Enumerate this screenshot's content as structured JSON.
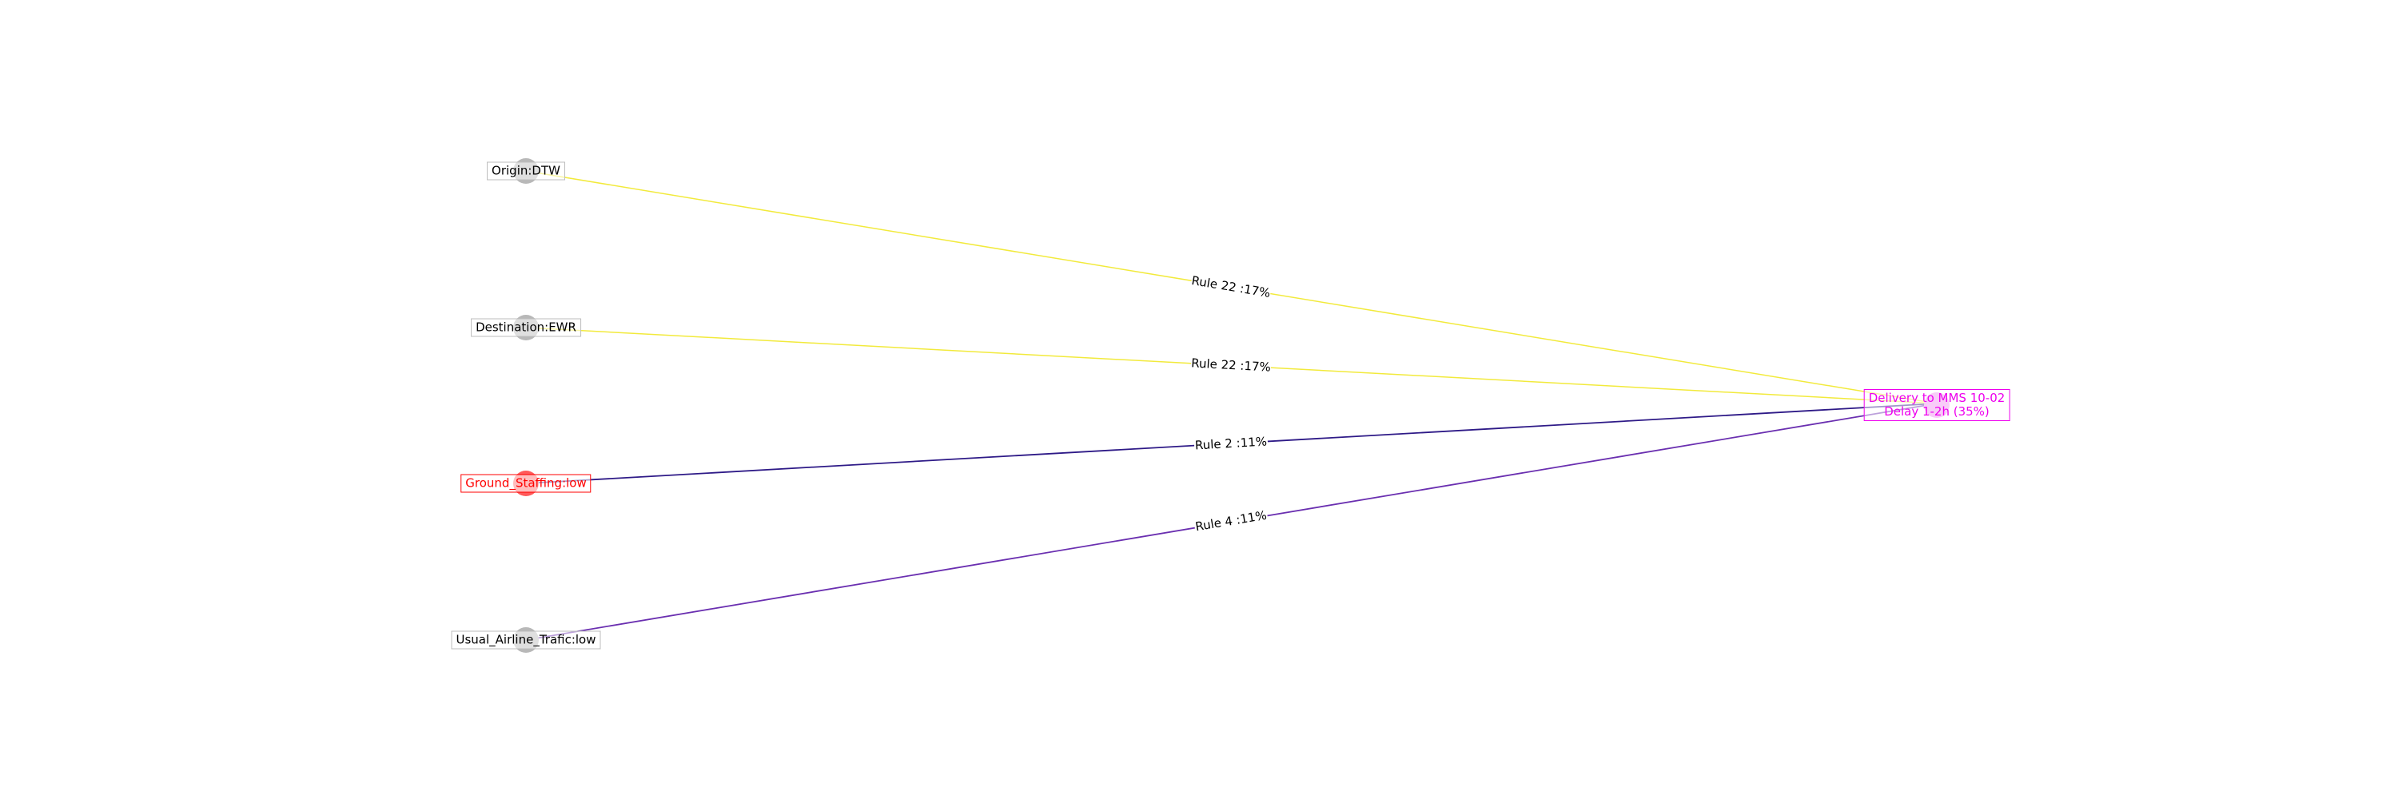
{
  "colors": {
    "yellow_edge": "#f2ea3c",
    "dark_edge": "#2e1a87",
    "purple_edge": "#6a2fb0",
    "node_gray": "#b8b8b8",
    "node_red": "#ff5a5a",
    "node_magenta": "#f08cf0",
    "alert_text": "#ff0000",
    "target_text": "#ee00ee"
  },
  "nodes": {
    "origin": {
      "label": "Origin:DTW"
    },
    "destination": {
      "label": "Destination:EWR"
    },
    "ground_staffing": {
      "label": "Ground_Staffing:low"
    },
    "usual_traffic": {
      "label": "Usual_Airline_Trafic:low"
    },
    "target": {
      "line1": "Delivery to MMS 10-02",
      "line2": "Delay 1-2h (35%)"
    }
  },
  "edges": {
    "origin_target": {
      "label": "Rule 22 :17%"
    },
    "destination_target": {
      "label": "Rule 22 :17%"
    },
    "ground_target": {
      "label": "Rule 2 :11%"
    },
    "traffic_target": {
      "label": "Rule 4 :11%"
    }
  }
}
